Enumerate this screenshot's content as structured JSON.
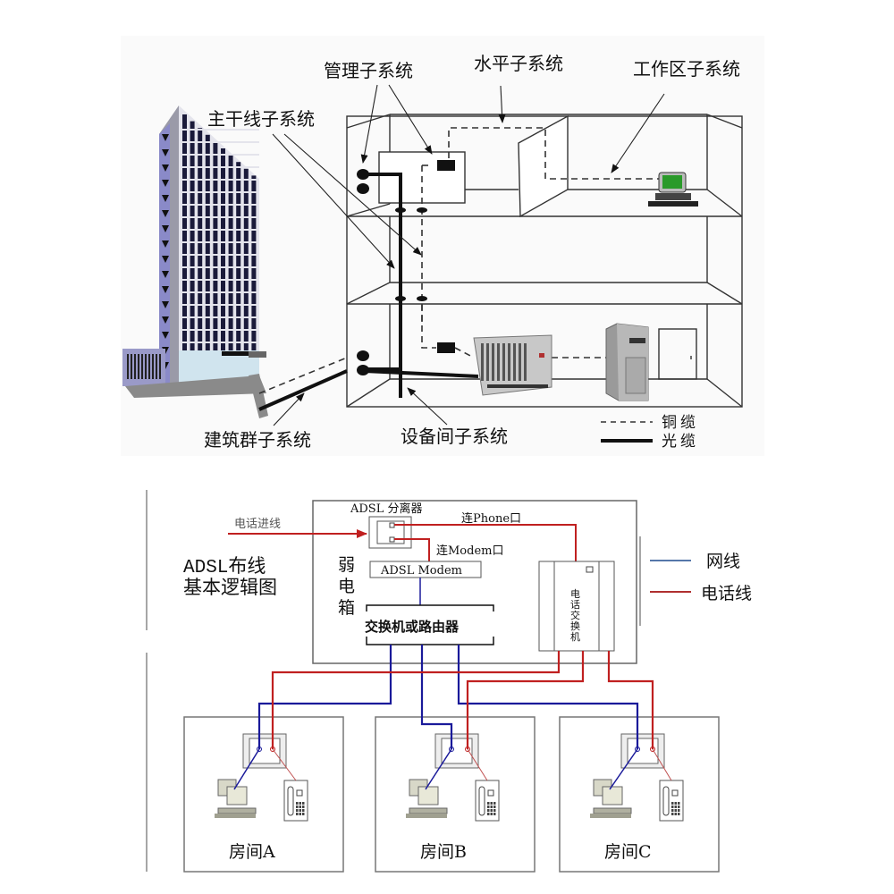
{
  "top_diagram": {
    "title_labels": {
      "management": "管理子系统",
      "horizontal": "水平子系统",
      "work_area": "工作区子系统",
      "backbone": "主干线子系统",
      "campus": "建筑群子系统",
      "equipment_room": "设备间子系统"
    },
    "legend": [
      {
        "label": "铜缆",
        "style": "dashed"
      },
      {
        "label": "光缆",
        "style": "solid"
      }
    ]
  },
  "bottom_diagram": {
    "title_line1": "ADSL布线",
    "title_line2": "基本逻辑图",
    "weak_box_label": [
      "弱",
      "电",
      "箱"
    ],
    "phone_in_label": "电话进线",
    "splitter_label": "ADSL 分离器",
    "phone_port_label": "连Phone口",
    "modem_port_label": "连Modem口",
    "modem_label": "ADSL Modem",
    "switch_label": "交换机或路由器",
    "pbx_label": [
      "电",
      "话",
      "交",
      "换",
      "机"
    ],
    "legend": [
      {
        "label": "网线",
        "color": "#5577aa"
      },
      {
        "label": "电话线",
        "color": "#b03030"
      }
    ],
    "rooms": [
      {
        "label": "房间A"
      },
      {
        "label": "房间B"
      },
      {
        "label": "房间C"
      }
    ],
    "colors": {
      "network": "#1a1a9a",
      "phone": "#c02020"
    }
  }
}
